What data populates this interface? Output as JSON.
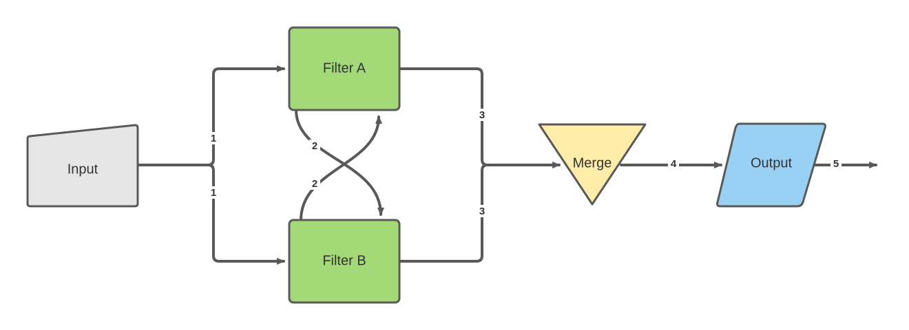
{
  "colors": {
    "input_fill": "#e6e6e6",
    "filter_fill": "#a3d977",
    "merge_fill": "#ffeca9",
    "output_fill": "#99d1f5",
    "stroke": "#595959",
    "text": "#333333"
  },
  "nodes": {
    "input": {
      "label": "Input",
      "shape": "manual-input"
    },
    "filter_a": {
      "label": "Filter A",
      "shape": "rounded-rectangle"
    },
    "filter_b": {
      "label": "Filter B",
      "shape": "rounded-rectangle"
    },
    "merge": {
      "label": "Merge",
      "shape": "inverted-triangle"
    },
    "output": {
      "label": "Output",
      "shape": "parallelogram"
    }
  },
  "edges": [
    {
      "from": "Input",
      "to": "Filter A",
      "label": "1"
    },
    {
      "from": "Input",
      "to": "Filter B",
      "label": "1"
    },
    {
      "from": "Filter A",
      "to": "Filter B",
      "label": "2"
    },
    {
      "from": "Filter B",
      "to": "Filter A",
      "label": "2"
    },
    {
      "from": "Filter A",
      "to": "Merge",
      "label": "3"
    },
    {
      "from": "Filter B",
      "to": "Merge",
      "label": "3"
    },
    {
      "from": "Merge",
      "to": "Output",
      "label": "4"
    },
    {
      "from": "Output",
      "to": "",
      "label": "5"
    }
  ]
}
